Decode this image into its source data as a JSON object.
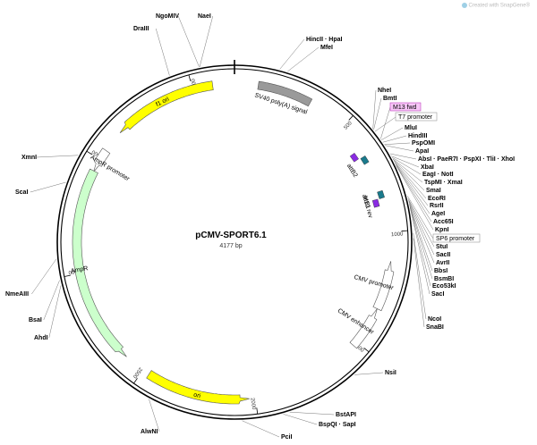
{
  "watermark": "Created with SnapGene®",
  "plasmid": {
    "name": "pCMV-SPORT6.1",
    "size_label": "4177 bp",
    "length": 4177
  },
  "ticks": [
    {
      "label": "500",
      "pos": 500
    },
    {
      "label": "1000",
      "pos": 1000
    },
    {
      "label": "1500",
      "pos": 1500
    },
    {
      "label": "2000",
      "pos": 2000
    },
    {
      "label": "2500",
      "pos": 2500
    },
    {
      "label": "3000",
      "pos": 3000
    },
    {
      "label": "3500",
      "pos": 3500
    },
    {
      "label": "4000",
      "pos": 4000
    }
  ],
  "features": [
    {
      "label": "SV40 poly(A) signal",
      "start": 100,
      "end": 330,
      "type": "box",
      "color": "#9a9a9a",
      "dir": 0
    },
    {
      "label": "f1 ori",
      "start": 3640,
      "end": 4085,
      "type": "arrow",
      "color": "#ffff00",
      "dir": -1
    },
    {
      "label": "AmpR promoter",
      "start": 3440,
      "end": 3545,
      "type": "arrow",
      "color": "#ffffff",
      "dir": -1
    },
    {
      "label": "AmpR",
      "start": 2590,
      "end": 3445,
      "type": "arrow",
      "color": "#ccffcc",
      "dir": -1
    },
    {
      "label": "ori",
      "start": 2025,
      "end": 2470,
      "type": "arrow",
      "color": "#ffff00",
      "dir": -1
    },
    {
      "label": "CMV enhancer",
      "start": 1335,
      "end": 1520,
      "type": "arrow",
      "color": "#ffffff",
      "dir": -1
    },
    {
      "label": "CMV promoter",
      "start": 1125,
      "end": 1335,
      "type": "arrow",
      "color": "#ffffff",
      "dir": -1
    },
    {
      "label": "attB2",
      "start": 658,
      "end": 683,
      "type": "small",
      "color": "#1a7a8c",
      "dir": 0
    },
    {
      "label": "attB1",
      "start": 823,
      "end": 848,
      "type": "small",
      "color": "#1a7a8c",
      "dir": 0
    },
    {
      "label": "M13 rev",
      "start": 858,
      "end": 874,
      "type": "small",
      "color": "#8a2be2",
      "dir": 0
    },
    {
      "label": "M13 fwd",
      "start": 627,
      "end": 643,
      "type": "small",
      "color": "#8a2be2",
      "dir": 0
    }
  ],
  "sites": [
    {
      "label": "NgoMIV",
      "pos": 4045
    },
    {
      "label": "NaeI",
      "pos": 4047
    },
    {
      "label": "DraIII",
      "pos": 3930
    },
    {
      "label": "HincII · HpaI",
      "pos": 170
    },
    {
      "label": "MfeI",
      "pos": 200
    },
    {
      "label": "NheI",
      "pos": 588
    },
    {
      "label": "BmtI",
      "pos": 592
    },
    {
      "label": "MluI",
      "pos": 640
    },
    {
      "label": "HindIII",
      "pos": 650
    },
    {
      "label": "PspOMI",
      "pos": 660
    },
    {
      "label": "ApaI",
      "pos": 664
    },
    {
      "label": "AbsI · PaeR7I · PspXI · TliI · XhoI",
      "pos": 700
    },
    {
      "label": "XbaI",
      "pos": 710
    },
    {
      "label": "EagI · NotI",
      "pos": 716
    },
    {
      "label": "TspMI · XmaI",
      "pos": 722
    },
    {
      "label": "SmaI",
      "pos": 724
    },
    {
      "label": "EcoRI",
      "pos": 730
    },
    {
      "label": "RsrII",
      "pos": 736
    },
    {
      "label": "AgeI",
      "pos": 742
    },
    {
      "label": "Acc65I",
      "pos": 748
    },
    {
      "label": "KpnI",
      "pos": 752
    },
    {
      "label": "StuI",
      "pos": 880
    },
    {
      "label": "SacII",
      "pos": 886
    },
    {
      "label": "AvrII",
      "pos": 892
    },
    {
      "label": "BbsI",
      "pos": 900
    },
    {
      "label": "BsmBI",
      "pos": 906
    },
    {
      "label": "Eco53kI",
      "pos": 912
    },
    {
      "label": "SacI",
      "pos": 914
    },
    {
      "label": "NcoI",
      "pos": 1010
    },
    {
      "label": "SnaBI",
      "pos": 1030
    },
    {
      "label": "NsiI",
      "pos": 1600
    },
    {
      "label": "BstAPI",
      "pos": 1880
    },
    {
      "label": "BspQI · SapI",
      "pos": 1905
    },
    {
      "label": "PciI",
      "pos": 2060
    },
    {
      "label": "AlwNI",
      "pos": 2420
    },
    {
      "label": "AhdI",
      "pos": 2970
    },
    {
      "label": "BsaI",
      "pos": 2990
    },
    {
      "label": "NmeAIII",
      "pos": 3070
    },
    {
      "label": "ScaI",
      "pos": 3360
    },
    {
      "label": "XmnI",
      "pos": 3470
    }
  ],
  "labeled_boxes": [
    {
      "label": "M13 fwd",
      "style": "magenta"
    },
    {
      "label": "T7 promoter",
      "style": "plain"
    },
    {
      "label": "SP6 promoter",
      "style": "plain"
    }
  ]
}
